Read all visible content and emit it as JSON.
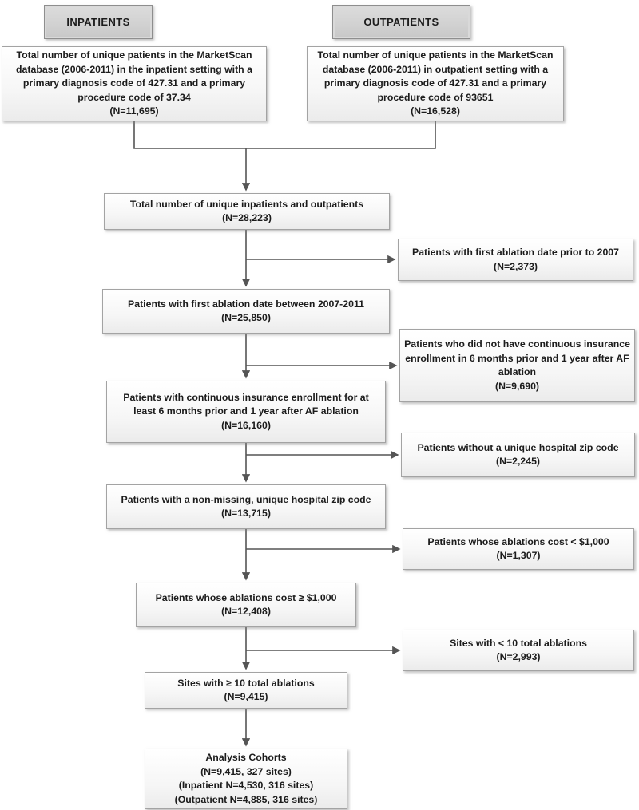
{
  "headers": {
    "inpatients": "INPATIENTS",
    "outpatients": "OUTPATIENTS"
  },
  "boxes": {
    "inpatient_total": {
      "text": "Total number of unique patients in the MarketScan database (2006-2011) in the inpatient setting with a primary diagnosis code of 427.31 and a primary procedure code of 37.34",
      "n": "(N=11,695)"
    },
    "outpatient_total": {
      "text": "Total number of unique patients in the MarketScan database (2006-2011) in outpatient setting with a primary diagnosis code of 427.31 and a primary procedure code of 93651",
      "n": "(N=16,528)"
    },
    "combined": {
      "text": "Total number of unique inpatients and outpatients",
      "n": "(N=28,223)"
    },
    "ablation_2007_2011": {
      "text": "Patients with first ablation date between 2007-2011",
      "n": "(N=25,850)"
    },
    "insurance": {
      "text": "Patients with continuous insurance enrollment for at least 6 months prior and 1 year after AF ablation",
      "n": "(N=16,160)"
    },
    "zip": {
      "text": "Patients with a non-missing, unique hospital zip code",
      "n": "(N=13,715)"
    },
    "cost": {
      "text": "Patients whose ablations cost ≥ $1,000",
      "n": "(N=12,408)"
    },
    "sites": {
      "text": "Sites with ≥ 10 total ablations",
      "n": "(N=9,415)"
    },
    "analysis": {
      "lines": [
        "Analysis Cohorts",
        "(N=9,415, 327 sites)",
        "(Inpatient N=4,530, 316 sites)",
        "(Outpatient N=4,885, 316 sites)"
      ]
    }
  },
  "exclusions": {
    "prior_2007": {
      "text": "Patients with first ablation date prior to 2007",
      "n": "(N=2,373)"
    },
    "no_insurance": {
      "text": "Patients who did not have continuous insurance enrollment in 6 months prior and 1 year after AF ablation",
      "n": "(N=9,690)"
    },
    "no_zip": {
      "text": "Patients without a unique hospital zip code",
      "n": "(N=2,245)"
    },
    "cost_less": {
      "text": "Patients whose ablations cost < $1,000",
      "n": "(N=1,307)"
    },
    "sites_less": {
      "text": "Sites with < 10 total ablations",
      "n": "(N=2,993)"
    }
  },
  "style": {
    "line_color": "#555555"
  }
}
